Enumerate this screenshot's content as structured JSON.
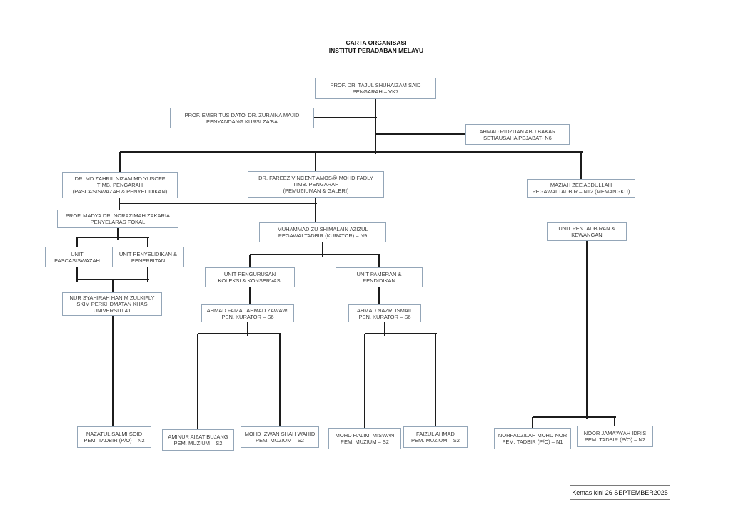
{
  "title": {
    "line1": "CARTA ORGANISASI",
    "line2": "INSTITUT PERADABAN MELAYU"
  },
  "nodes": {
    "pengarah": {
      "lines": [
        "PROF. DR. TAJUL SHUHAIZAM SAID",
        "PENGARAH – VK7"
      ]
    },
    "zaba": {
      "lines": [
        "PROF. EMERITUS DATO' DR. ZURAINA MAJID",
        "PENYANDANG KURSI ZA'BA"
      ]
    },
    "setiausaha": {
      "lines": [
        "AHMAD RIDZUAN ABU BAKAR",
        "SETIAUSAHA PEJABAT- N6"
      ]
    },
    "timb1": {
      "lines": [
        "DR. MD ZAHRIL NIZAM MD YUSOFF",
        "TIMB. PENGARAH",
        "(PASCASISWAZAH & PENYELIDIKAN)"
      ]
    },
    "timb2": {
      "lines": [
        "DR. FAREEZ VINCENT AMOS@ MOHD FADLY",
        "TIMB. PENGARAH",
        "(PEMUZIUMAN & GALERI)"
      ]
    },
    "maziah": {
      "lines": [
        "MAZIAH ZEE ABDULLAH",
        "PEGAWAI TADBIR – N12 (MEMANGKU)"
      ]
    },
    "fokal": {
      "lines": [
        "PROF. MADYA DR. NORAZIMAH ZAKARIA",
        "PENYELARAS FOKAL"
      ]
    },
    "kurator9": {
      "lines": [
        "MUHAMMAD ZU SHIMALAIN AZIZUL",
        "PEGAWAI TADBIR (KURATOR) – N9"
      ]
    },
    "unitPentadbiran": {
      "lines": [
        "UNIT PENTADBIRAN &",
        "KEWANGAN"
      ]
    },
    "unitPasca": {
      "lines": [
        "UNIT",
        "PASCASISWAZAH"
      ]
    },
    "unitPenyelidikan": {
      "lines": [
        "UNIT PENYELIDIKAN &",
        "PENERBITAN"
      ]
    },
    "unitKoleksi": {
      "lines": [
        "UNIT PENGURUSAN",
        "KOLEKSI & KONSERVASI"
      ]
    },
    "unitPameran": {
      "lines": [
        "UNIT PAMERAN &",
        "PENDIDIKAN"
      ]
    },
    "nurSyahirah": {
      "lines": [
        "NUR SYAHIRAH HANIM ZULKIFLY",
        "SKIM PERKHDMATAN KHAS",
        "UNIVERSITI 41"
      ]
    },
    "faizal": {
      "lines": [
        "AHMAD FAIZAL AHMAD ZAWAWI",
        "PEN. KURATOR – S6"
      ]
    },
    "nazri": {
      "lines": [
        "AHMAD NAZRI ISMAIL",
        "PEN. KURATOR – S6"
      ]
    },
    "nazatul": {
      "lines": [
        "NAZATUL SALMI SOID",
        "PEM. TADBIR (P/O) – N2"
      ]
    },
    "aminur": {
      "lines": [
        "AMINUR AIZAT BUJANG",
        "PEM. MUZIUM – S2"
      ]
    },
    "izwan": {
      "lines": [
        "MOHD IZWAN SHAH WAHID",
        "PEM. MUZIUM – S2"
      ]
    },
    "halimi": {
      "lines": [
        "MOHD HALIMI MISWAN",
        "PEM. MUZIUM – S2"
      ]
    },
    "faizul": {
      "lines": [
        "FAIZUL AHMAD",
        "PEM. MUZIUM – S2"
      ]
    },
    "norfadzilah": {
      "lines": [
        "NORFADZILAH MOHD NOR",
        "PEM. TADBIR (P/O) – N1"
      ]
    },
    "noorJamaayah": {
      "lines": [
        "NOOR JAMA'AYAH IDRIS",
        "PEM. TADBIR (P/O) – N2"
      ]
    }
  },
  "footer": {
    "updated": "Kemas kini 26 SEPTEMBER2025"
  },
  "colors": {
    "box_border": "#94a6b8",
    "connector": "#1c1c1c",
    "background": "#ffffff",
    "text": "#3a3a3a"
  }
}
